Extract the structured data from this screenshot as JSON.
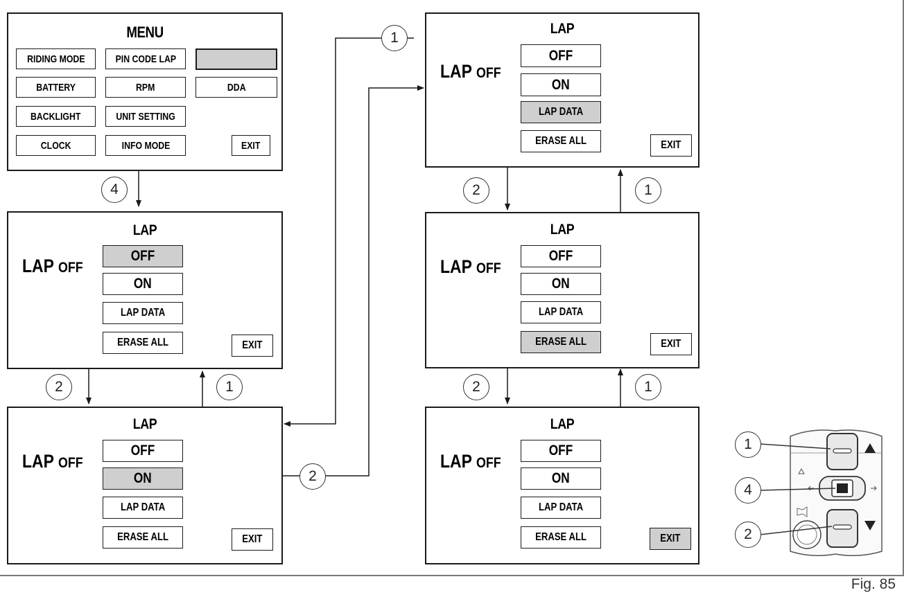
{
  "menu": {
    "title": "MENU",
    "items": [
      "RIDING MODE",
      "PIN CODE LAP",
      "",
      "BATTERY",
      "RPM",
      "DDA",
      "BACKLIGHT",
      "UNIT SETTING",
      "CLOCK",
      "INFO MODE"
    ],
    "exit": "EXIT"
  },
  "lap_screens": [
    {
      "title": "LAP",
      "status_a": "LAP",
      "status_b": "OFF",
      "options": [
        "OFF",
        "ON",
        "LAP DATA",
        "ERASE ALL"
      ],
      "exit": "EXIT",
      "selected": "OFF"
    },
    {
      "title": "LAP",
      "status_a": "LAP",
      "status_b": "OFF",
      "options": [
        "OFF",
        "ON",
        "LAP DATA",
        "ERASE ALL"
      ],
      "exit": "EXIT",
      "selected": "ON"
    },
    {
      "title": "LAP",
      "status_a": "LAP",
      "status_b": "OFF",
      "options": [
        "OFF",
        "ON",
        "LAP DATA",
        "ERASE ALL"
      ],
      "exit": "EXIT",
      "selected": "LAP DATA"
    },
    {
      "title": "LAP",
      "status_a": "LAP",
      "status_b": "OFF",
      "options": [
        "OFF",
        "ON",
        "LAP DATA",
        "ERASE ALL"
      ],
      "exit": "EXIT",
      "selected": "ERASE ALL"
    },
    {
      "title": "LAP",
      "status_a": "LAP",
      "status_b": "OFF",
      "options": [
        "OFF",
        "ON",
        "LAP DATA",
        "ERASE ALL"
      ],
      "exit": "EXIT",
      "selected": "EXIT"
    }
  ],
  "step_labels": {
    "menu_to_lap": "4",
    "down": "2",
    "up": "1"
  },
  "device": {
    "up_label": "1",
    "enter_label": "4",
    "down_label": "2"
  },
  "figure_label": "Fig. 85",
  "colors": {
    "line": "#1a1a1a",
    "selected_fill": "#cfcfcf",
    "frame": "#7a7a7a"
  }
}
